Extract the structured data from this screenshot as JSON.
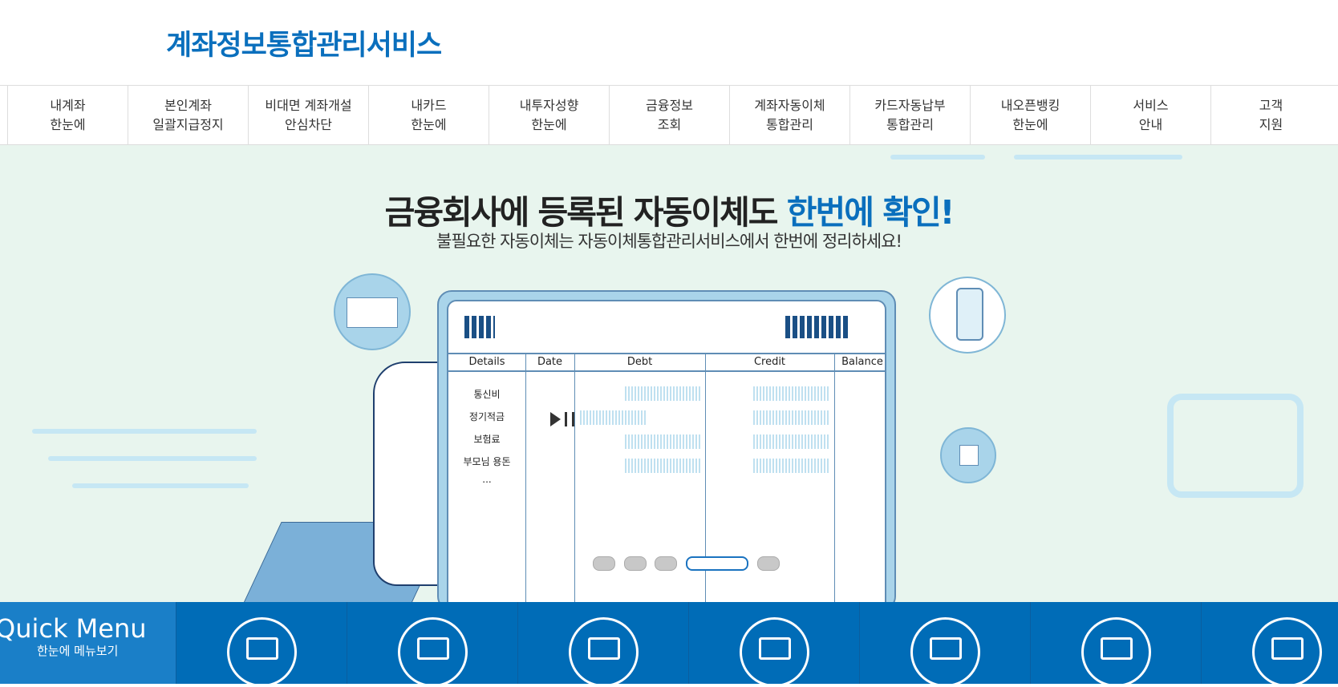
{
  "header": {
    "title": "계좌정보통합관리서비스"
  },
  "nav": [
    [
      "내계좌",
      "한눈에"
    ],
    [
      "본인계좌",
      "일괄지급정지"
    ],
    [
      "비대면 계좌개설",
      "안심차단"
    ],
    [
      "내카드",
      "한눈에"
    ],
    [
      "내투자성향",
      "한눈에"
    ],
    [
      "금융정보",
      "조회"
    ],
    [
      "계좌자동이체",
      "통합관리"
    ],
    [
      "카드자동납부",
      "통합관리"
    ],
    [
      "내오픈뱅킹",
      "한눈에"
    ],
    [
      "서비스",
      "안내"
    ],
    [
      "고객",
      "지원"
    ]
  ],
  "banner": {
    "headline": "금융회사에 등록된 자동이체도 ",
    "headline_highlight": "한번에 확인!",
    "subtitle": "불필요한 자동이체는 자동이체통합관리서비스에서 한번에 정리하세요!",
    "table_headers": [
      "Details",
      "Date",
      "Debt",
      "Credit",
      "Balance"
    ],
    "rows": [
      "통신비",
      "정기적금",
      "보험료",
      "부모님 용돈",
      "..."
    ],
    "slides": 5,
    "active_slide": 4
  },
  "quick_menu": {
    "title": "Quick Menu",
    "subtitle": "한눈에 메뉴보기",
    "icons": [
      "bank-icon",
      "card-block-icon",
      "card-hand-icon",
      "card-point-icon",
      "monitor-search-icon",
      "card-database-icon",
      "card-search-icon"
    ]
  },
  "colors": {
    "brand": "#0a6fbd",
    "quick_bg": "#006cb7",
    "banner_bg": "#e8f5ee"
  }
}
